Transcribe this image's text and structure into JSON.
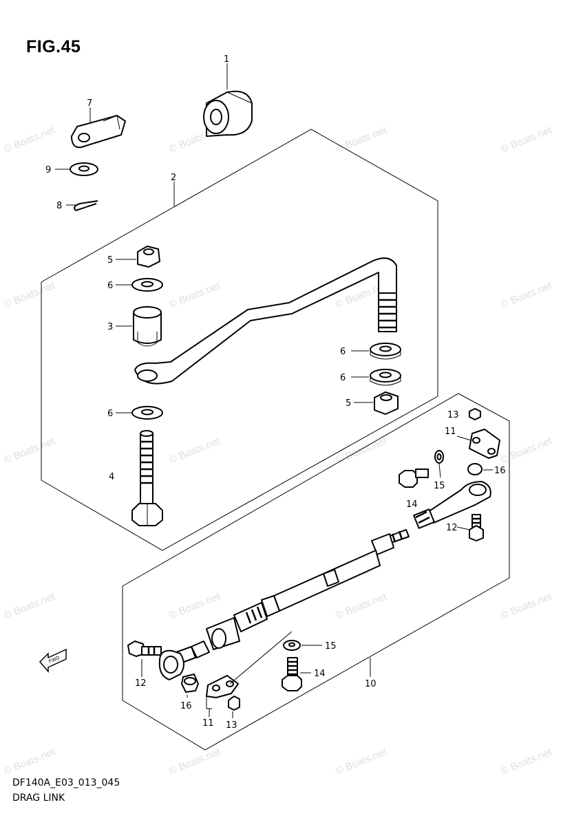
{
  "figure": {
    "title": "FIG.45",
    "code": "DF140A_E03_013_045",
    "name": "DRAG LINK"
  },
  "watermark": "© Boats.net",
  "fwd_symbol": "FWD",
  "callouts": {
    "c1": "1",
    "c2": "2",
    "c3": "3",
    "c4": "4",
    "c5a": "5",
    "c5b": "5",
    "c6a": "6",
    "c6b": "6",
    "c6c": "6",
    "c6d": "6",
    "c7": "7",
    "c8": "8",
    "c9": "9",
    "c10": "10",
    "c11a": "11",
    "c11b": "11",
    "c12a": "12",
    "c12b": "12",
    "c13a": "13",
    "c13b": "13",
    "c14a": "14",
    "c14b": "14",
    "c15a": "15",
    "c15b": "15",
    "c16a": "16",
    "c16b": "16"
  }
}
